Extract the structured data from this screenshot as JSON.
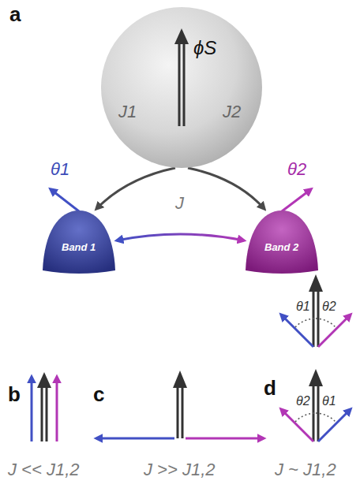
{
  "diagram": {
    "nodes": [
      {
        "text": [
          "ϕS"
        ]
      },
      {
        "text": [
          "Band 1"
        ]
      },
      {
        "text": [
          "Band 2"
        ]
      }
    ],
    "edges": [
      {
        "from": 0,
        "to": 1,
        "label": "J1",
        "arrow": "to"
      },
      {
        "from": 0,
        "to": 2,
        "label": "J2",
        "arrow": "to"
      },
      {
        "from": 1,
        "to": 2,
        "label": "J",
        "arrow": "both"
      }
    ],
    "labels": [
      "a",
      "θ1",
      "θ2",
      "b",
      "c",
      "d",
      "J << J1,2",
      "J >> J1,2",
      "θ1",
      "θ2",
      "θ2",
      "θ1",
      "J ~ J1,2"
    ]
  }
}
